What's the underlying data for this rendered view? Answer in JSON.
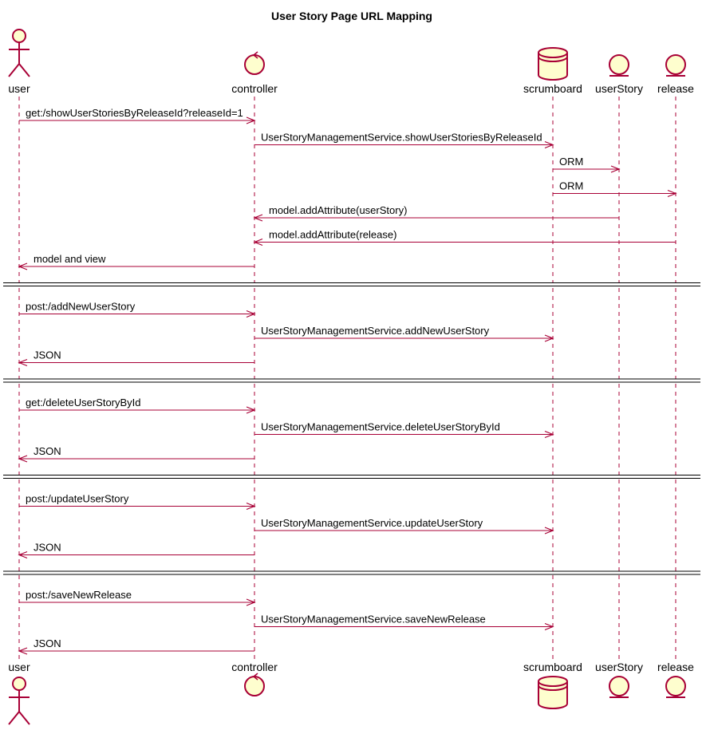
{
  "diagram": {
    "title": "User Story Page URL Mapping",
    "participants": [
      {
        "id": "user",
        "label": "user",
        "kind": "actor"
      },
      {
        "id": "controller",
        "label": "controller",
        "kind": "control"
      },
      {
        "id": "scrumboard",
        "label": "scrumboard",
        "kind": "database"
      },
      {
        "id": "userStory",
        "label": "userStory",
        "kind": "entity"
      },
      {
        "id": "release",
        "label": "release",
        "kind": "entity"
      }
    ],
    "groups": [
      {
        "messages": [
          {
            "from": "user",
            "to": "controller",
            "label": "get:/showUserStoriesByReleaseId?releaseId=1"
          },
          {
            "from": "controller",
            "to": "scrumboard",
            "label": "UserStoryManagementService.showUserStoriesByReleaseId"
          },
          {
            "from": "scrumboard",
            "to": "userStory",
            "label": "ORM"
          },
          {
            "from": "scrumboard",
            "to": "release",
            "label": "ORM"
          },
          {
            "from": "userStory",
            "to": "controller",
            "label": "model.addAttribute(userStory)"
          },
          {
            "from": "release",
            "to": "controller",
            "label": "model.addAttribute(release)"
          },
          {
            "from": "controller",
            "to": "user",
            "label": "model and view"
          }
        ]
      },
      {
        "messages": [
          {
            "from": "user",
            "to": "controller",
            "label": "post:/addNewUserStory"
          },
          {
            "from": "controller",
            "to": "scrumboard",
            "label": "UserStoryManagementService.addNewUserStory"
          },
          {
            "from": "controller",
            "to": "user",
            "label": "JSON"
          }
        ]
      },
      {
        "messages": [
          {
            "from": "user",
            "to": "controller",
            "label": "get:/deleteUserStoryById"
          },
          {
            "from": "controller",
            "to": "scrumboard",
            "label": "UserStoryManagementService.deleteUserStoryById"
          },
          {
            "from": "controller",
            "to": "user",
            "label": "JSON"
          }
        ]
      },
      {
        "messages": [
          {
            "from": "user",
            "to": "controller",
            "label": "post:/updateUserStory"
          },
          {
            "from": "controller",
            "to": "scrumboard",
            "label": "UserStoryManagementService.updateUserStory"
          },
          {
            "from": "controller",
            "to": "user",
            "label": "JSON"
          }
        ]
      },
      {
        "messages": [
          {
            "from": "user",
            "to": "controller",
            "label": "post:/saveNewRelease"
          },
          {
            "from": "controller",
            "to": "scrumboard",
            "label": "UserStoryManagementService.saveNewRelease"
          },
          {
            "from": "controller",
            "to": "user",
            "label": "JSON"
          }
        ]
      }
    ],
    "colors": {
      "line": "#a80036",
      "fill": "#fefece",
      "text": "#000000"
    }
  }
}
